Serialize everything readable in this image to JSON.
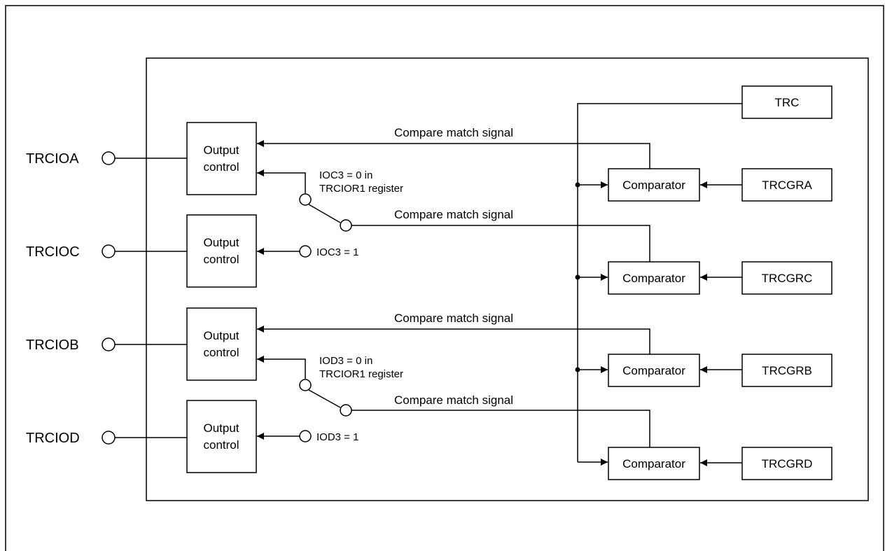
{
  "pins": [
    "TRCIOA",
    "TRCIOC",
    "TRCIOB",
    "TRCIOD"
  ],
  "output_control": {
    "line1": "Output",
    "line2": "control"
  },
  "compare_match_label": "Compare match signal",
  "switch_a": {
    "label_line1": "IOC3 = 0 in",
    "label_line2": "TRCIOR1 register",
    "alt_label": "IOC3 = 1"
  },
  "switch_b": {
    "label_line1": "IOD3 = 0 in",
    "label_line2": "TRCIOR1 register",
    "alt_label": "IOD3 = 1"
  },
  "comparator_label": "Comparator",
  "counter": "TRC",
  "registers": [
    "TRCGRA",
    "TRCGRC",
    "TRCGRB",
    "TRCGRD"
  ]
}
